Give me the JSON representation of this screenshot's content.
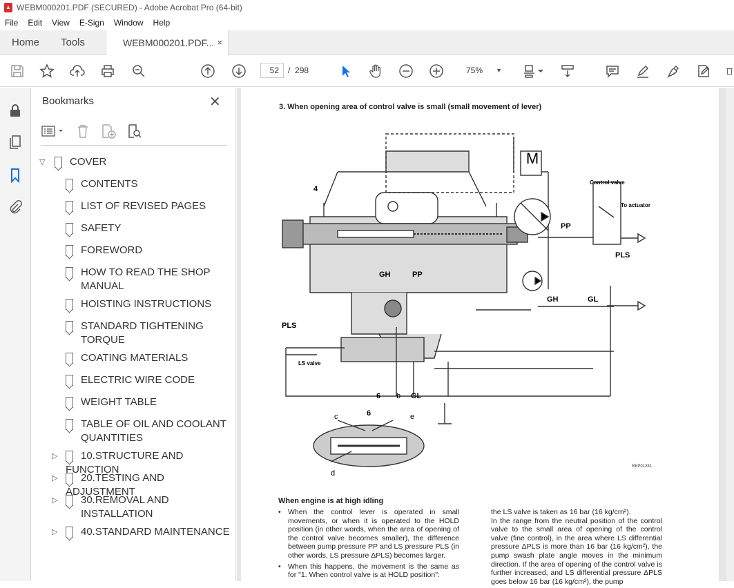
{
  "window": {
    "title": "WEBM000201.PDF (SECURED) - Adobe Acrobat Pro (64-bit)"
  },
  "menu": [
    "File",
    "Edit",
    "View",
    "E-Sign",
    "Window",
    "Help"
  ],
  "tabs": {
    "home": "Home",
    "tools": "Tools",
    "doc": "WEBM000201.PDF...",
    "close": "×"
  },
  "toolbar": {
    "page_current": "52",
    "page_sep": "/",
    "page_total": "298",
    "zoom": "75%"
  },
  "bookmarks_panel": {
    "title": "Bookmarks",
    "items": [
      {
        "label": "COVER",
        "level": 0,
        "expand": "open"
      },
      {
        "label": "CONTENTS",
        "level": 1
      },
      {
        "label": "LIST OF REVISED PAGES",
        "level": 1
      },
      {
        "label": "SAFETY",
        "level": 1
      },
      {
        "label": "FOREWORD",
        "level": 1
      },
      {
        "label": "HOW TO READ THE SHOP",
        "label2": "MANUAL",
        "level": 1
      },
      {
        "label": "HOISTING INSTRUCTIONS",
        "level": 1
      },
      {
        "label": "STANDARD TIGHTENING",
        "label2": "TORQUE",
        "level": 1
      },
      {
        "label": "COATING MATERIALS",
        "level": 1
      },
      {
        "label": "ELECTRIC WIRE CODE",
        "level": 1
      },
      {
        "label": "WEIGHT TABLE",
        "level": 1
      },
      {
        "label": "TABLE OF OIL AND COOLANT",
        "label2": "QUANTITIES",
        "level": 1
      },
      {
        "label": "10.STRUCTURE AND FUNCTION",
        "level": 1,
        "expand": "closed"
      },
      {
        "label": "20.TESTING AND ADJUSTMENT",
        "level": 1,
        "expand": "closed"
      },
      {
        "label": "30.REMOVAL AND",
        "label2": "INSTALLATION",
        "level": 1,
        "expand": "closed"
      },
      {
        "label": "40.STANDARD MAINTENANCE",
        "level": 1,
        "expand": "closed"
      }
    ]
  },
  "document": {
    "heading": "3.  When opening area of control valve is small (small movement of lever)",
    "diagram": {
      "M": "M",
      "control_valve": "Control valve",
      "to_actuator": "To actuator",
      "PP": "PP",
      "PLS": "PLS",
      "GH": "GH",
      "GL": "GL",
      "LS_valve": "LS valve",
      "n4": "4",
      "n6": "6",
      "b": "b",
      "c": "c",
      "d": "d",
      "e": "e",
      "code": "RKP01281"
    },
    "section": "When engine is at high idling",
    "left_col": [
      "When the control lever is operated in small movements, or when it is operated to the HOLD position (in other words, when the area of opening of the control valve becomes smaller), the difference between pump pressure PP and LS pressure PLS (in other words, LS pressure ΔPLS) becomes larger.",
      "When this happens, the movement is the same as for \"1. When control valve is at HOLD position\":"
    ],
    "right_col": [
      "the LS valve is taken as 16 bar (16 kg/cm²).",
      "In the range from the neutral position of the control valve to the small area of opening of the control valve (fine control), in the area where LS differential pressure ΔPLS is more than 16 bar (16 kg/cm²), the pump swash plate angle moves in the minimum direction. If the area of opening of the control valve is further increased, and LS differential pressure ΔPLS goes below 16 bar (16 kg/cm²), the pump"
    ]
  }
}
